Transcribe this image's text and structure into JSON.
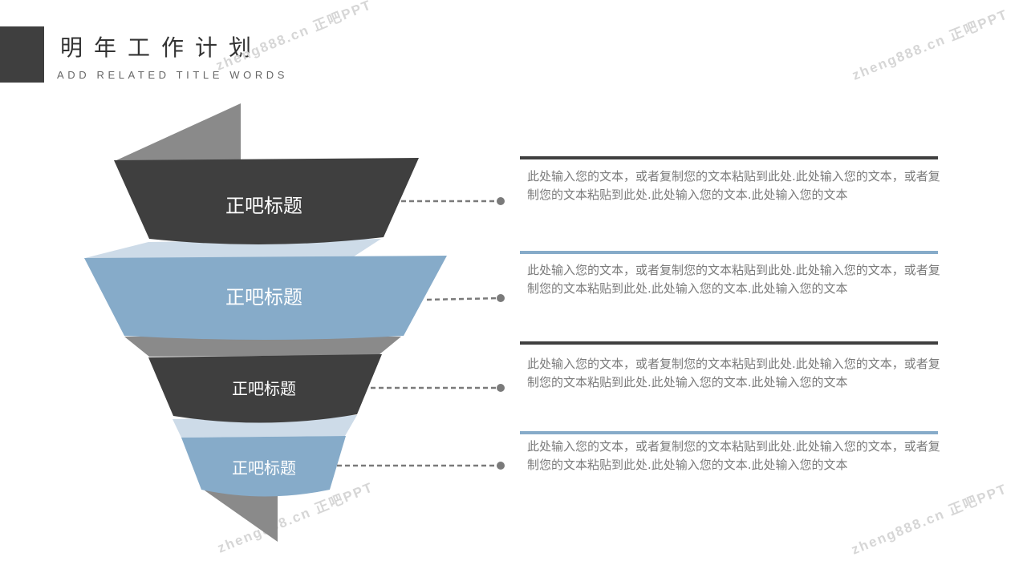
{
  "header": {
    "title": "明年工作计划",
    "subtitle": "ADD RELATED TITLE WORDS"
  },
  "watermark": "zheng888.cn 正吧PPT",
  "colors": {
    "dark": "#3f3f3f",
    "blue": "#86abc9",
    "light_blue": "#cddbe8",
    "gray": "#8a8a8a"
  },
  "stages": [
    {
      "label": "正吧标题",
      "color": "dark",
      "text": "此处输入您的文本，或者复制您的文本粘贴到此处.此处输入您的文本，或者复制您的文本粘贴到此处.此处输入您的文本.此处输入您的文本"
    },
    {
      "label": "正吧标题",
      "color": "blue",
      "text": "此处输入您的文本，或者复制您的文本粘贴到此处.此处输入您的文本，或者复制您的文本粘贴到此处.此处输入您的文本.此处输入您的文本"
    },
    {
      "label": "正吧标题",
      "color": "dark",
      "text": "此处输入您的文本，或者复制您的文本粘贴到此处.此处输入您的文本，或者复制您的文本粘贴到此处.此处输入您的文本.此处输入您的文本"
    },
    {
      "label": "正吧标题",
      "color": "blue",
      "text": "此处输入您的文本，或者复制您的文本粘贴到此处.此处输入您的文本，或者复制您的文本粘贴到此处.此处输入您的文本.此处输入您的文本"
    }
  ]
}
